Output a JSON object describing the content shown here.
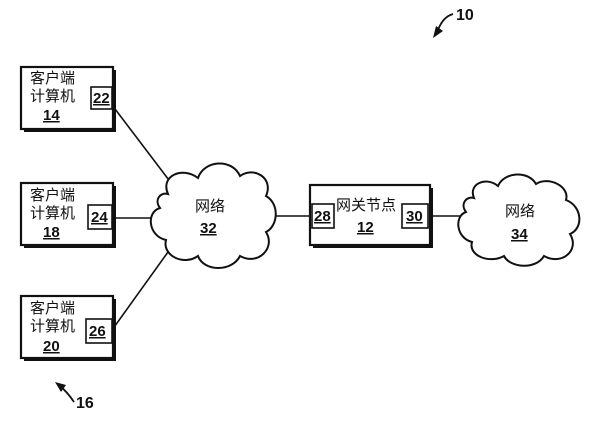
{
  "figure_ref": "10",
  "group_ref": "16",
  "clients": [
    {
      "line1": "客户端",
      "line2": "计算机",
      "number": "14",
      "sub_number": "22"
    },
    {
      "line1": "客户端",
      "line2": "计算机",
      "number": "18",
      "sub_number": "24"
    },
    {
      "line1": "客户端",
      "line2": "计算机",
      "number": "20",
      "sub_number": "26"
    }
  ],
  "network_left": {
    "label": "网络",
    "number": "32"
  },
  "gateway": {
    "label": "网关节点",
    "number": "12",
    "left_port": "28",
    "right_port": "30"
  },
  "network_right": {
    "label": "网络",
    "number": "34"
  }
}
